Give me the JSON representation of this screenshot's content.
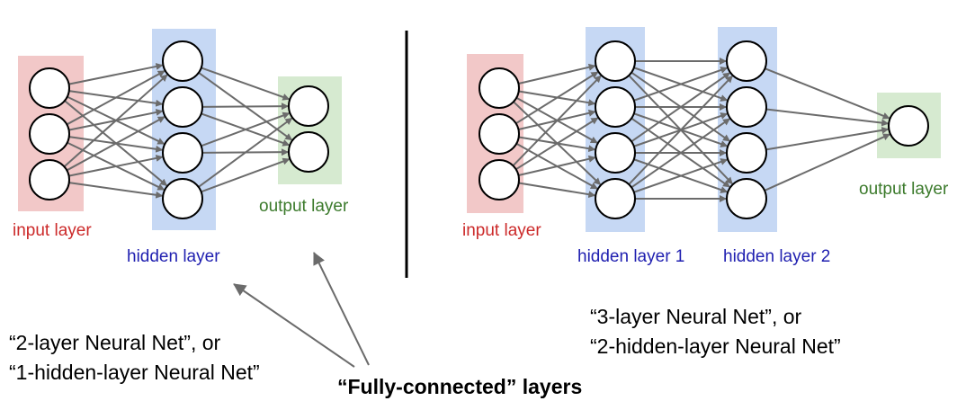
{
  "colors": {
    "input_bg": "#f2c8c8",
    "hidden_bg": "#c6d8f4",
    "output_bg": "#d6ead0",
    "input_text": "#cc2a2a",
    "hidden_text": "#1f1fb0",
    "output_text": "#3b7a2b",
    "edge": "#6b6b6b",
    "node_stroke": "#000000"
  },
  "networks": [
    {
      "id": "two-layer-net",
      "layers": [
        {
          "role": "input",
          "label": "input layer",
          "nodes": 3
        },
        {
          "role": "hidden",
          "label": "hidden layer",
          "nodes": 4
        },
        {
          "role": "output",
          "label": "output layer",
          "nodes": 2
        }
      ],
      "caption_lines": [
        "“2-layer Neural Net”, or",
        "“1-hidden-layer Neural Net”"
      ]
    },
    {
      "id": "three-layer-net",
      "layers": [
        {
          "role": "input",
          "label": "input layer",
          "nodes": 3
        },
        {
          "role": "hidden",
          "label": "hidden layer 1",
          "nodes": 4
        },
        {
          "role": "hidden",
          "label": "hidden layer 2",
          "nodes": 4
        },
        {
          "role": "output",
          "label": "output layer",
          "nodes": 1
        }
      ],
      "caption_lines": [
        "“3-layer Neural Net”, or",
        "“2-hidden-layer Neural Net”"
      ]
    }
  ],
  "annotation": {
    "label": "“Fully-connected” layers"
  }
}
